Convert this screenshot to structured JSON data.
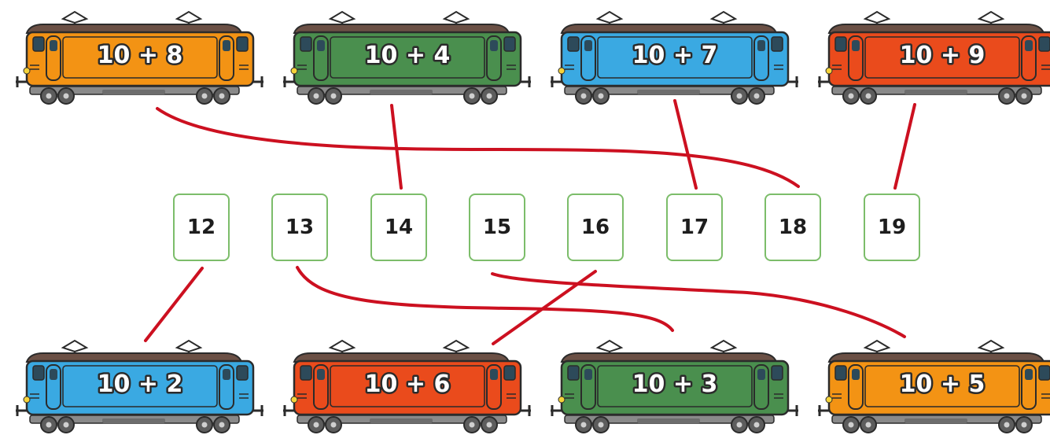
{
  "top_cars": [
    {
      "expression": "10 + 8",
      "color": "#f39314"
    },
    {
      "expression": "10 + 4",
      "color": "#4a8f4e"
    },
    {
      "expression": "10 + 7",
      "color": "#3aa9e2"
    },
    {
      "expression": "10 + 9",
      "color": "#ea4b1c"
    }
  ],
  "bottom_cars": [
    {
      "expression": "10 + 2",
      "color": "#3aa9e2"
    },
    {
      "expression": "10 + 6",
      "color": "#ea4b1c"
    },
    {
      "expression": "10 + 3",
      "color": "#4a8f4e"
    },
    {
      "expression": "10 + 5",
      "color": "#f39314"
    }
  ],
  "numbers": [
    "12",
    "13",
    "14",
    "15",
    "16",
    "17",
    "18",
    "19"
  ],
  "connection_line_color": "#cc1020",
  "number_box_border_color": "#7cbd6a"
}
